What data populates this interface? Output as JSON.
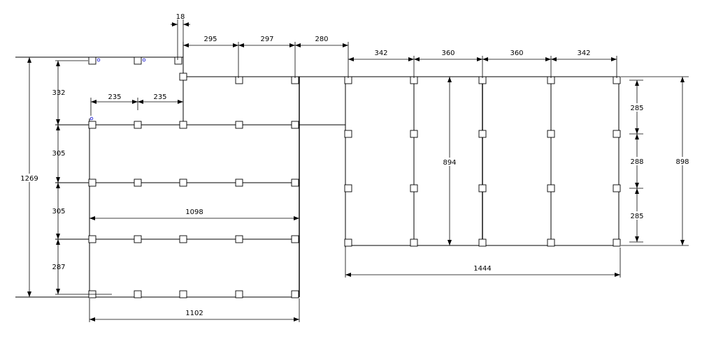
{
  "dimensions": {
    "top_18": "18",
    "top_295": "295",
    "top_297": "297",
    "top_280": "280",
    "top_342a": "342",
    "top_360a": "360",
    "top_360b": "360",
    "top_342b": "342",
    "left_332": "332",
    "left_305a": "305",
    "left_305b": "305",
    "left_287": "287",
    "left_1269": "1269",
    "inner_235a": "235",
    "inner_235b": "235",
    "inner_1098": "1098",
    "bottom_1102": "1102",
    "right_894": "894",
    "right_285a": "285",
    "right_288": "288",
    "right_285b": "285",
    "right_898": "898",
    "bottom_1444": "1444"
  },
  "colors": {
    "line": "#000000",
    "marker": "#2b2bd6"
  }
}
